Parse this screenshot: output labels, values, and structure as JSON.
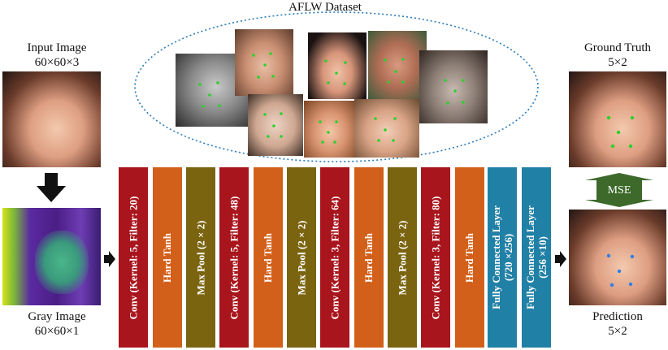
{
  "dataset": {
    "title": "AFLW Dataset"
  },
  "input": {
    "title": "Input Image",
    "dims": "60×60×3"
  },
  "gray": {
    "title": "Gray Image",
    "dims": "60×60×1"
  },
  "ground_truth": {
    "title": "Ground Truth",
    "dims": "5×2"
  },
  "prediction": {
    "title": "Prediction",
    "dims": "5×2"
  },
  "loss": {
    "label": "MSE"
  },
  "layers": [
    {
      "text": "Conv (Kernel: 5, Filter: 20)",
      "kind": "conv"
    },
    {
      "text": "Hard Tanh",
      "kind": "tanh"
    },
    {
      "text": "Max Pool (2 × 2)",
      "kind": "pool"
    },
    {
      "text": "Conv (Kernel: 5, Filter: 48)",
      "kind": "conv"
    },
    {
      "text": "Hard Tanh",
      "kind": "tanh"
    },
    {
      "text": "Max Pool (2 × 2)",
      "kind": "pool"
    },
    {
      "text": "Conv (Kernel: 3, Filter: 64)",
      "kind": "conv"
    },
    {
      "text": "Hard Tanh",
      "kind": "tanh"
    },
    {
      "text": "Max Pool (2 × 2)",
      "kind": "pool"
    },
    {
      "text": "Conv (Kernel: 3, Filter: 80)",
      "kind": "conv"
    },
    {
      "text": "Hard Tanh",
      "kind": "tanh"
    },
    {
      "text": "Fully Connected Layer\n(720 ×256)",
      "kind": "fc"
    },
    {
      "text": "Fully Connected Layer\n(256 ×10)",
      "kind": "fc"
    }
  ],
  "colors": {
    "conv": "#a8151d",
    "tanh": "#d2601a",
    "pool": "#7a6410",
    "fc": "#2180a6",
    "mse": "#3d6a2b",
    "ellipse": "#2a7ab8",
    "landmark_gt": "#2bd12b",
    "landmark_pred": "#2f7fe6"
  }
}
